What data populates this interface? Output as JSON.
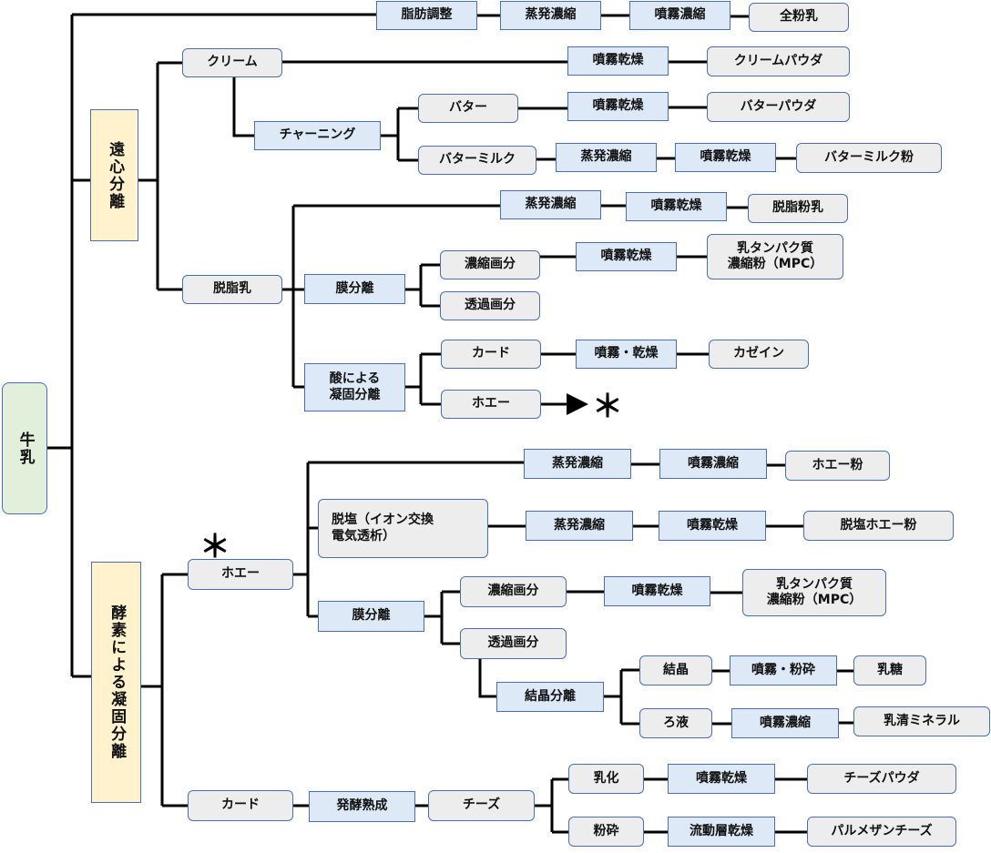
{
  "colors": {
    "line": "#000000",
    "product_fill": "#ededed",
    "process_fill": "#dde9f6",
    "root_fill": "#e2efda",
    "major_fill": "#fff2cc",
    "border": "#4a6fb5"
  },
  "marker": "＊",
  "nodes": [
    {
      "label": "牛乳",
      "type": "root"
    },
    {
      "label": "遠心分離",
      "type": "major"
    },
    {
      "label": "酵素による凝固分離",
      "type": "major"
    },
    {
      "label": "脂肪調整",
      "type": "process"
    },
    {
      "label": "蒸発濃縮",
      "type": "process"
    },
    {
      "label": "噴霧濃縮",
      "type": "process"
    },
    {
      "label": "全粉乳",
      "type": "product"
    },
    {
      "label": "クリーム",
      "type": "product"
    },
    {
      "label": "噴霧乾燥",
      "type": "process"
    },
    {
      "label": "クリームパウダ",
      "type": "product"
    },
    {
      "label": "チャーニング",
      "type": "process"
    },
    {
      "label": "バター",
      "type": "product"
    },
    {
      "label": "噴霧乾燥",
      "type": "process"
    },
    {
      "label": "バターパウダ",
      "type": "product"
    },
    {
      "label": "バターミルク",
      "type": "product"
    },
    {
      "label": "蒸発濃縮",
      "type": "process"
    },
    {
      "label": "噴霧乾燥",
      "type": "process"
    },
    {
      "label": "バターミルク粉",
      "type": "product"
    },
    {
      "label": "脱脂乳",
      "type": "product"
    },
    {
      "label": "蒸発濃縮",
      "type": "process"
    },
    {
      "label": "噴霧乾燥",
      "type": "process"
    },
    {
      "label": "脱脂粉乳",
      "type": "product"
    },
    {
      "label": "膜分離",
      "type": "process"
    },
    {
      "label": "濃縮画分",
      "type": "product"
    },
    {
      "label": "噴霧乾燥",
      "type": "process"
    },
    {
      "label": "乳タンパク質\n濃縮粉（MPC）",
      "type": "product"
    },
    {
      "label": "透過画分",
      "type": "product"
    },
    {
      "label": "酸による\n凝固分離",
      "type": "process"
    },
    {
      "label": "カード",
      "type": "product"
    },
    {
      "label": "噴霧・乾燥",
      "type": "process"
    },
    {
      "label": "カゼイン",
      "type": "product"
    },
    {
      "label": "ホエー",
      "type": "product"
    },
    {
      "label": "ホエー",
      "type": "product"
    },
    {
      "label": "蒸発濃縮",
      "type": "process"
    },
    {
      "label": "噴霧濃縮",
      "type": "process"
    },
    {
      "label": "ホエー粉",
      "type": "product"
    },
    {
      "label": "脱塩（イオン交換\n電気透析）",
      "type": "product"
    },
    {
      "label": "蒸発濃縮",
      "type": "process"
    },
    {
      "label": "噴霧乾燥",
      "type": "process"
    },
    {
      "label": "脱塩ホエー粉",
      "type": "product"
    },
    {
      "label": "膜分離",
      "type": "process"
    },
    {
      "label": "濃縮画分",
      "type": "product"
    },
    {
      "label": "噴霧乾燥",
      "type": "process"
    },
    {
      "label": "乳タンパク質\n濃縮粉（MPC）",
      "type": "product"
    },
    {
      "label": "透過画分",
      "type": "product"
    },
    {
      "label": "結晶分離",
      "type": "process"
    },
    {
      "label": "結晶",
      "type": "product"
    },
    {
      "label": "噴霧・粉砕",
      "type": "process"
    },
    {
      "label": "乳糖",
      "type": "product"
    },
    {
      "label": "ろ液",
      "type": "product"
    },
    {
      "label": "噴霧濃縮",
      "type": "process"
    },
    {
      "label": "乳清ミネラル",
      "type": "product"
    },
    {
      "label": "カード",
      "type": "product"
    },
    {
      "label": "発酵熟成",
      "type": "process"
    },
    {
      "label": "チーズ",
      "type": "product"
    },
    {
      "label": "乳化",
      "type": "product"
    },
    {
      "label": "噴霧乾燥",
      "type": "process"
    },
    {
      "label": "チーズパウダ",
      "type": "product"
    },
    {
      "label": "粉砕",
      "type": "product"
    },
    {
      "label": "流動層乾燥",
      "type": "process"
    },
    {
      "label": "パルメザンチーズ",
      "type": "product"
    }
  ]
}
